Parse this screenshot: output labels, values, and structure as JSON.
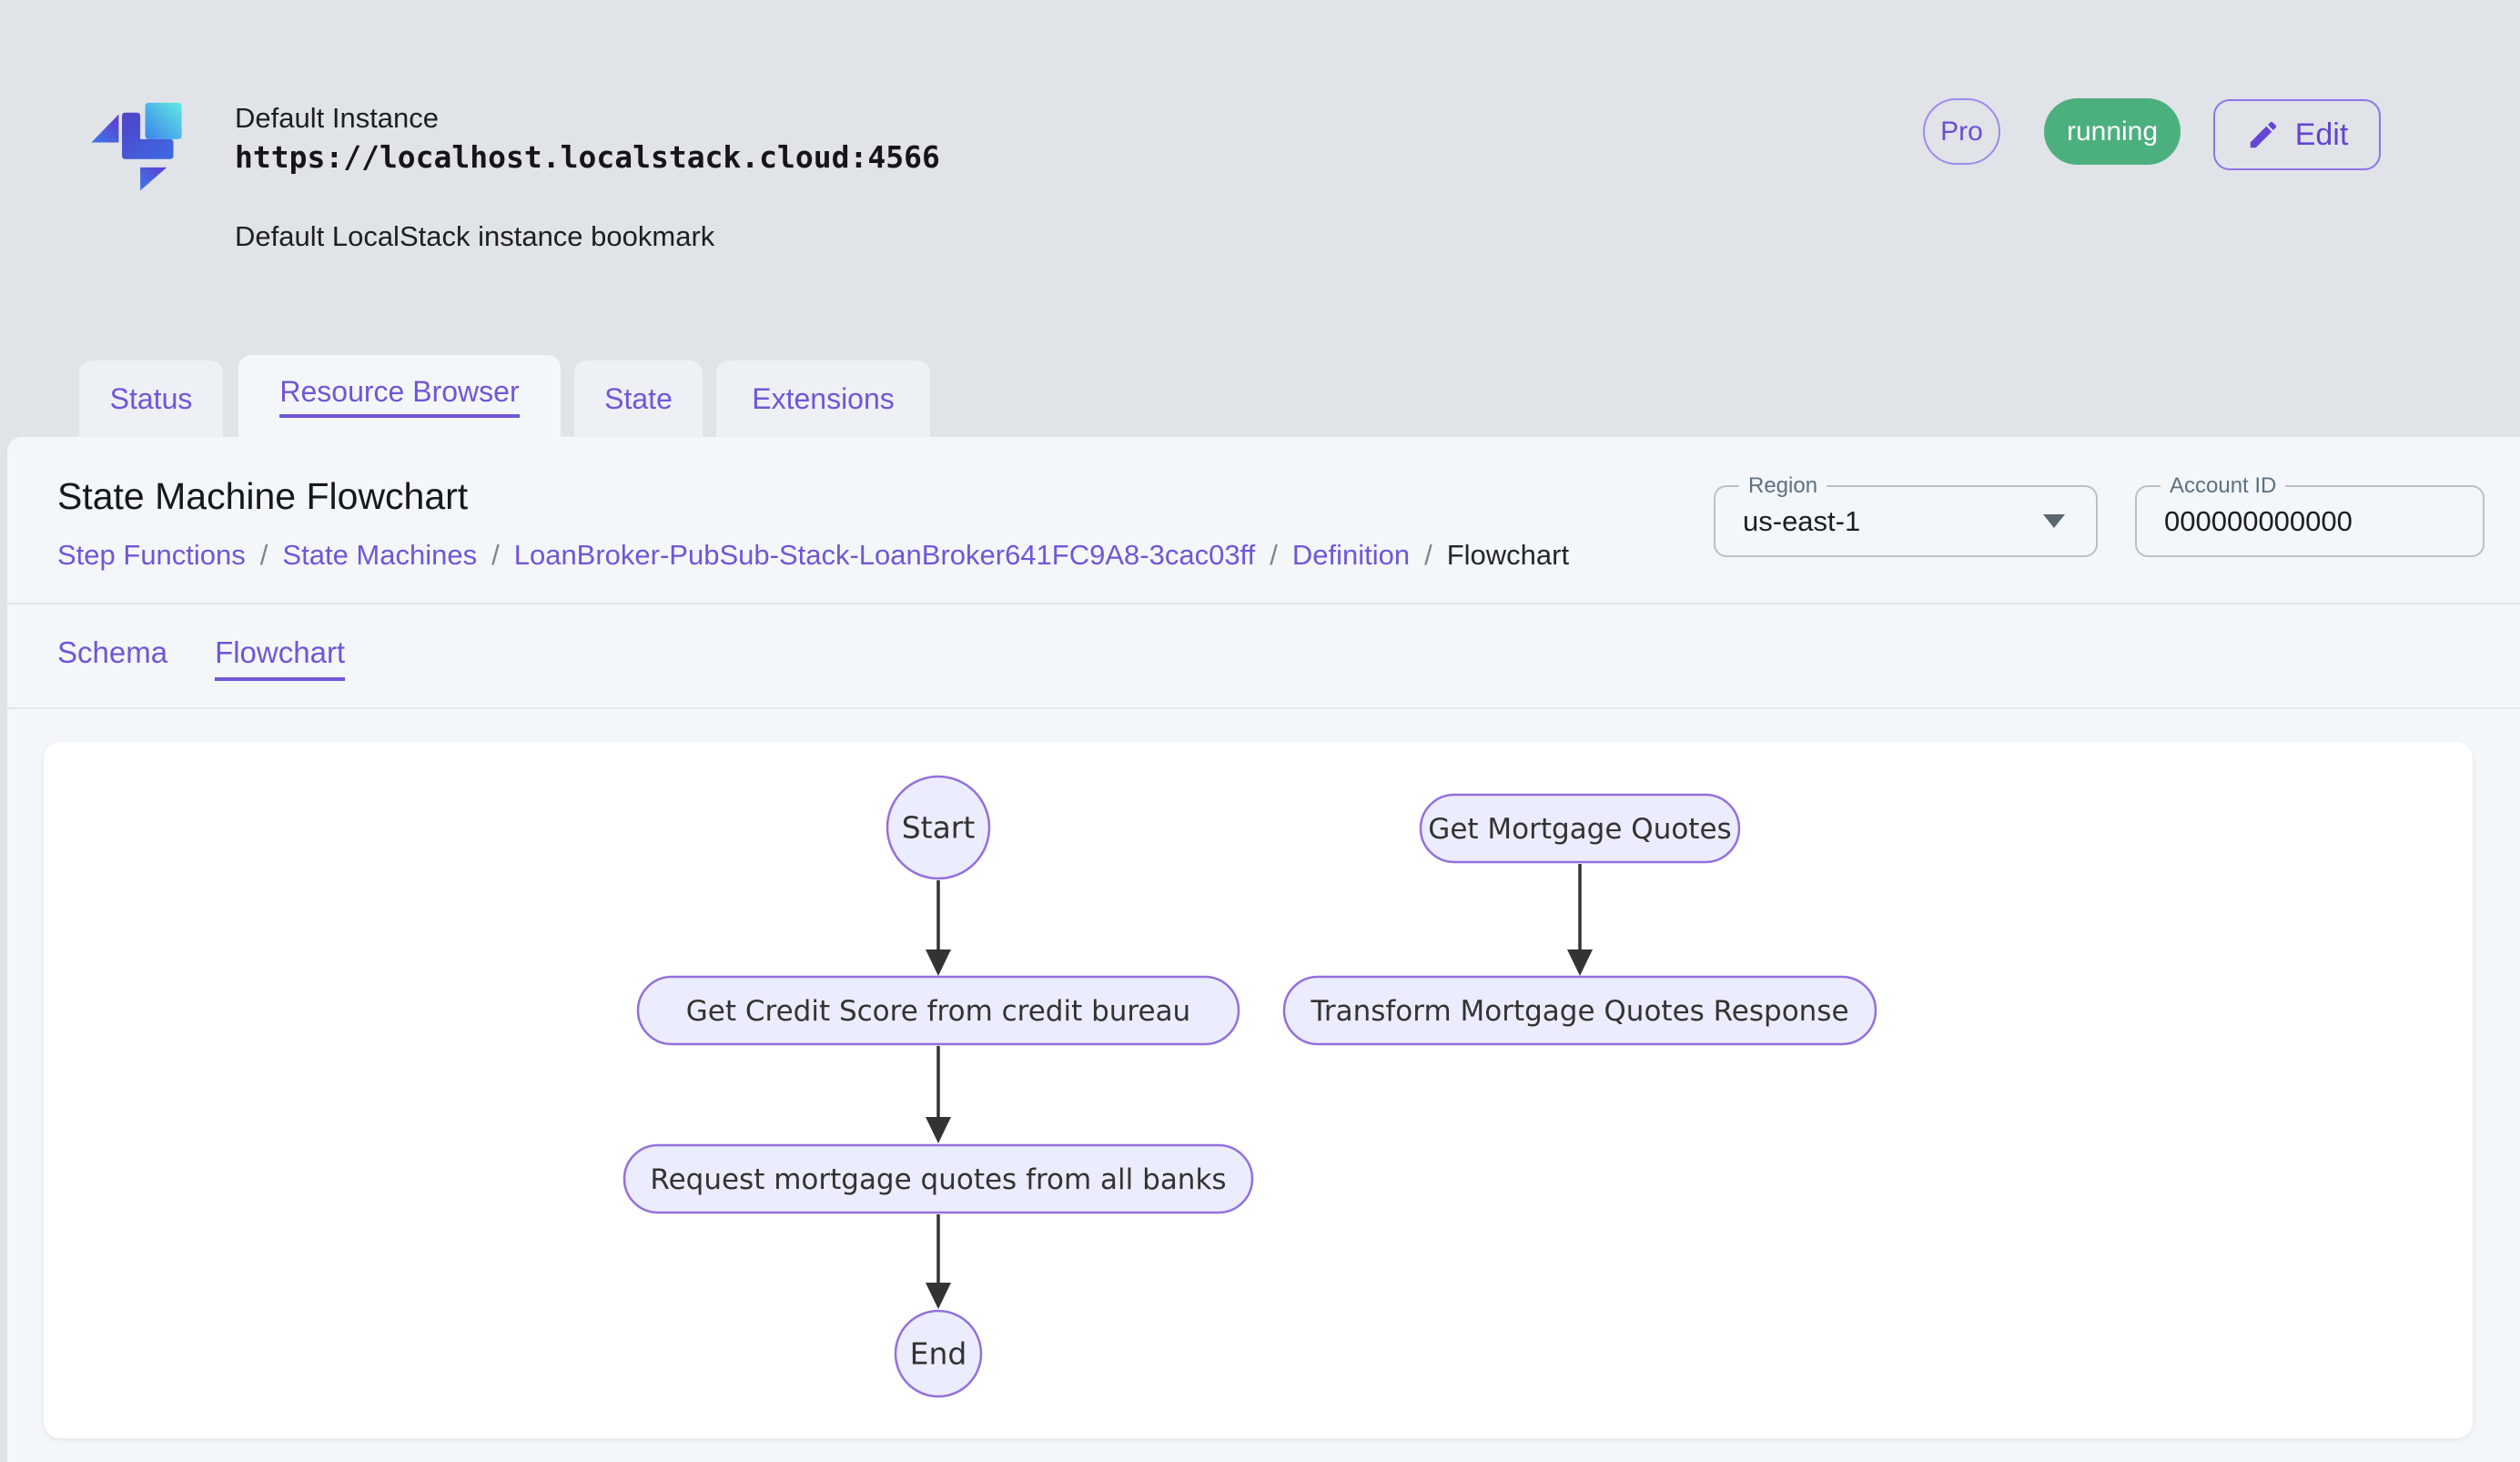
{
  "header": {
    "instance_name": "Default Instance",
    "instance_url": "https://localhost.localstack.cloud:4566",
    "instance_description": "Default LocalStack instance bookmark",
    "pro_badge": "Pro",
    "status_badge": "running",
    "edit_button": "Edit"
  },
  "tabs": [
    {
      "label": "Status"
    },
    {
      "label": "Resource Browser"
    },
    {
      "label": "State"
    },
    {
      "label": "Extensions"
    }
  ],
  "active_tab": "Resource Browser",
  "resource_header": {
    "title": "State Machine Flowchart",
    "breadcrumbs": [
      "Step Functions",
      "State Machines",
      "LoanBroker-PubSub-Stack-LoanBroker641FC9A8-3cac03ff",
      "Definition",
      "Flowchart"
    ],
    "separator": "/",
    "region": {
      "label": "Region",
      "value": "us-east-1"
    },
    "account": {
      "label": "Account ID",
      "value": "000000000000"
    }
  },
  "subtabs": [
    {
      "label": "Schema"
    },
    {
      "label": "Flowchart"
    }
  ],
  "active_subtab": "Flowchart",
  "flowchart": {
    "type": "state-machine-graph",
    "nodes": [
      {
        "id": "Start",
        "label": "Start",
        "shape": "circle"
      },
      {
        "id": "GetCreditScore",
        "label": "Get Credit Score from credit bureau",
        "shape": "rounded"
      },
      {
        "id": "RequestQuotes",
        "label": "Request mortgage quotes from all banks",
        "shape": "rounded"
      },
      {
        "id": "End",
        "label": "End",
        "shape": "circle"
      },
      {
        "id": "GetMortgageQuotes",
        "label": "Get Mortgage Quotes",
        "shape": "rounded"
      },
      {
        "id": "TransformResponse",
        "label": "Transform Mortgage Quotes Response",
        "shape": "rounded"
      }
    ],
    "edges": [
      [
        "Start",
        "GetCreditScore"
      ],
      [
        "GetCreditScore",
        "RequestQuotes"
      ],
      [
        "RequestQuotes",
        "End"
      ],
      [
        "GetMortgageQuotes",
        "TransformResponse"
      ]
    ],
    "colors": {
      "node_fill": "#ECECFF",
      "node_stroke": "#9370DB",
      "edge": "#333333"
    }
  },
  "colors": {
    "accent_purple": "#7156d6",
    "status_green": "#4caf7e",
    "page_bg": "#e0e3e7",
    "panel_bg": "#f3f7fa"
  }
}
